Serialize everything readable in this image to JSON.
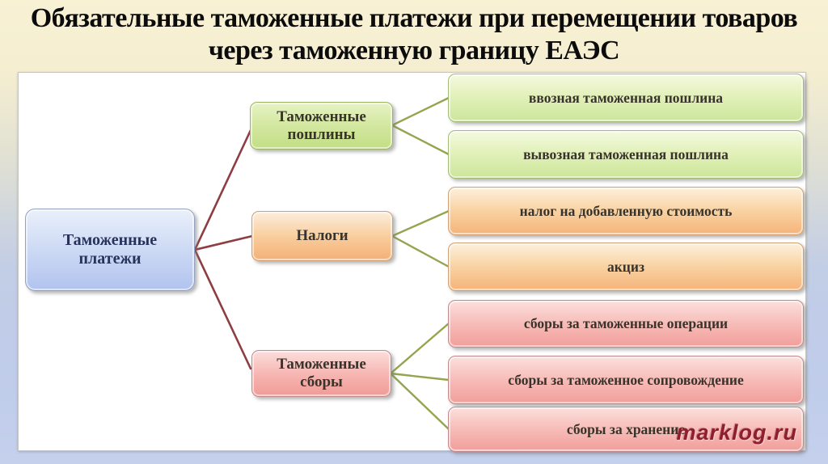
{
  "title": "Обязательные таможенные платежи при перемещении товаров через таможенную границу ЕАЭС",
  "watermark": "marklog.ru",
  "diagram": {
    "root": {
      "label": "Таможенные платежи",
      "color": "#bccdf0"
    },
    "branches": [
      {
        "label": "Таможенные пошлины",
        "color": "#cde69c",
        "children": [
          "ввозная таможенная пошлина",
          "вывозная таможенная пошлина"
        ]
      },
      {
        "label": "Налоги",
        "color": "#f7c694",
        "children": [
          "налог на добавленную стоимость",
          "акциз"
        ]
      },
      {
        "label": "Таможенные сборы",
        "color": "#f4aba7",
        "children": [
          "сборы за таможенные операции",
          "сборы за таможенное сопровождение",
          "сборы за хранение"
        ]
      }
    ],
    "connector_colors": {
      "root_to_branch": "#8e3d42",
      "branch_to_leaf": "#94a54f"
    }
  }
}
